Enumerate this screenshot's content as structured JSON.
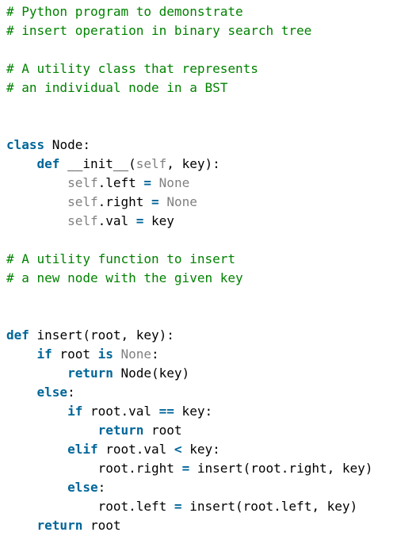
{
  "colors": {
    "comment": "#008200",
    "keyword": "#006699",
    "special": "#808080",
    "text": "#000000",
    "background": "#ffffff"
  },
  "lines": [
    [
      {
        "t": "# Python program to demonstrate",
        "k": "comment"
      }
    ],
    [
      {
        "t": "# insert operation in binary search tree",
        "k": "comment"
      }
    ],
    [],
    [
      {
        "t": "# A utility class that represents",
        "k": "comment"
      }
    ],
    [
      {
        "t": "# an individual node in a BST",
        "k": "comment"
      }
    ],
    [],
    [],
    [
      {
        "t": "class",
        "k": "keyword"
      },
      {
        "t": " Node:",
        "k": "plain"
      }
    ],
    [
      {
        "t": "    ",
        "k": "plain"
      },
      {
        "t": "def",
        "k": "keyword"
      },
      {
        "t": " __init__(",
        "k": "plain"
      },
      {
        "t": "self",
        "k": "special"
      },
      {
        "t": ", key):",
        "k": "plain"
      }
    ],
    [
      {
        "t": "        ",
        "k": "plain"
      },
      {
        "t": "self",
        "k": "special"
      },
      {
        "t": ".left ",
        "k": "plain"
      },
      {
        "t": "=",
        "k": "operator"
      },
      {
        "t": " ",
        "k": "plain"
      },
      {
        "t": "None",
        "k": "special"
      }
    ],
    [
      {
        "t": "        ",
        "k": "plain"
      },
      {
        "t": "self",
        "k": "special"
      },
      {
        "t": ".right ",
        "k": "plain"
      },
      {
        "t": "=",
        "k": "operator"
      },
      {
        "t": " ",
        "k": "plain"
      },
      {
        "t": "None",
        "k": "special"
      }
    ],
    [
      {
        "t": "        ",
        "k": "plain"
      },
      {
        "t": "self",
        "k": "special"
      },
      {
        "t": ".val ",
        "k": "plain"
      },
      {
        "t": "=",
        "k": "operator"
      },
      {
        "t": " key",
        "k": "plain"
      }
    ],
    [],
    [
      {
        "t": "# A utility function to insert",
        "k": "comment"
      }
    ],
    [
      {
        "t": "# a new node with the given key",
        "k": "comment"
      }
    ],
    [],
    [],
    [
      {
        "t": "def",
        "k": "keyword"
      },
      {
        "t": " insert(root, key):",
        "k": "plain"
      }
    ],
    [
      {
        "t": "    ",
        "k": "plain"
      },
      {
        "t": "if",
        "k": "keyword"
      },
      {
        "t": " root ",
        "k": "plain"
      },
      {
        "t": "is",
        "k": "keyword"
      },
      {
        "t": " ",
        "k": "plain"
      },
      {
        "t": "None",
        "k": "special"
      },
      {
        "t": ":",
        "k": "plain"
      }
    ],
    [
      {
        "t": "        ",
        "k": "plain"
      },
      {
        "t": "return",
        "k": "keyword"
      },
      {
        "t": " Node(key)",
        "k": "plain"
      }
    ],
    [
      {
        "t": "    ",
        "k": "plain"
      },
      {
        "t": "else",
        "k": "keyword"
      },
      {
        "t": ":",
        "k": "plain"
      }
    ],
    [
      {
        "t": "        ",
        "k": "plain"
      },
      {
        "t": "if",
        "k": "keyword"
      },
      {
        "t": " root.val ",
        "k": "plain"
      },
      {
        "t": "==",
        "k": "operator"
      },
      {
        "t": " key:",
        "k": "plain"
      }
    ],
    [
      {
        "t": "            ",
        "k": "plain"
      },
      {
        "t": "return",
        "k": "keyword"
      },
      {
        "t": " root",
        "k": "plain"
      }
    ],
    [
      {
        "t": "        ",
        "k": "plain"
      },
      {
        "t": "elif",
        "k": "keyword"
      },
      {
        "t": " root.val ",
        "k": "plain"
      },
      {
        "t": "<",
        "k": "operator"
      },
      {
        "t": " key:",
        "k": "plain"
      }
    ],
    [
      {
        "t": "            root.right ",
        "k": "plain"
      },
      {
        "t": "=",
        "k": "operator"
      },
      {
        "t": " insert(root.right, key)",
        "k": "plain"
      }
    ],
    [
      {
        "t": "        ",
        "k": "plain"
      },
      {
        "t": "else",
        "k": "keyword"
      },
      {
        "t": ":",
        "k": "plain"
      }
    ],
    [
      {
        "t": "            root.left ",
        "k": "plain"
      },
      {
        "t": "=",
        "k": "operator"
      },
      {
        "t": " insert(root.left, key)",
        "k": "plain"
      }
    ],
    [
      {
        "t": "    ",
        "k": "plain"
      },
      {
        "t": "return",
        "k": "keyword"
      },
      {
        "t": " root",
        "k": "plain"
      }
    ]
  ]
}
